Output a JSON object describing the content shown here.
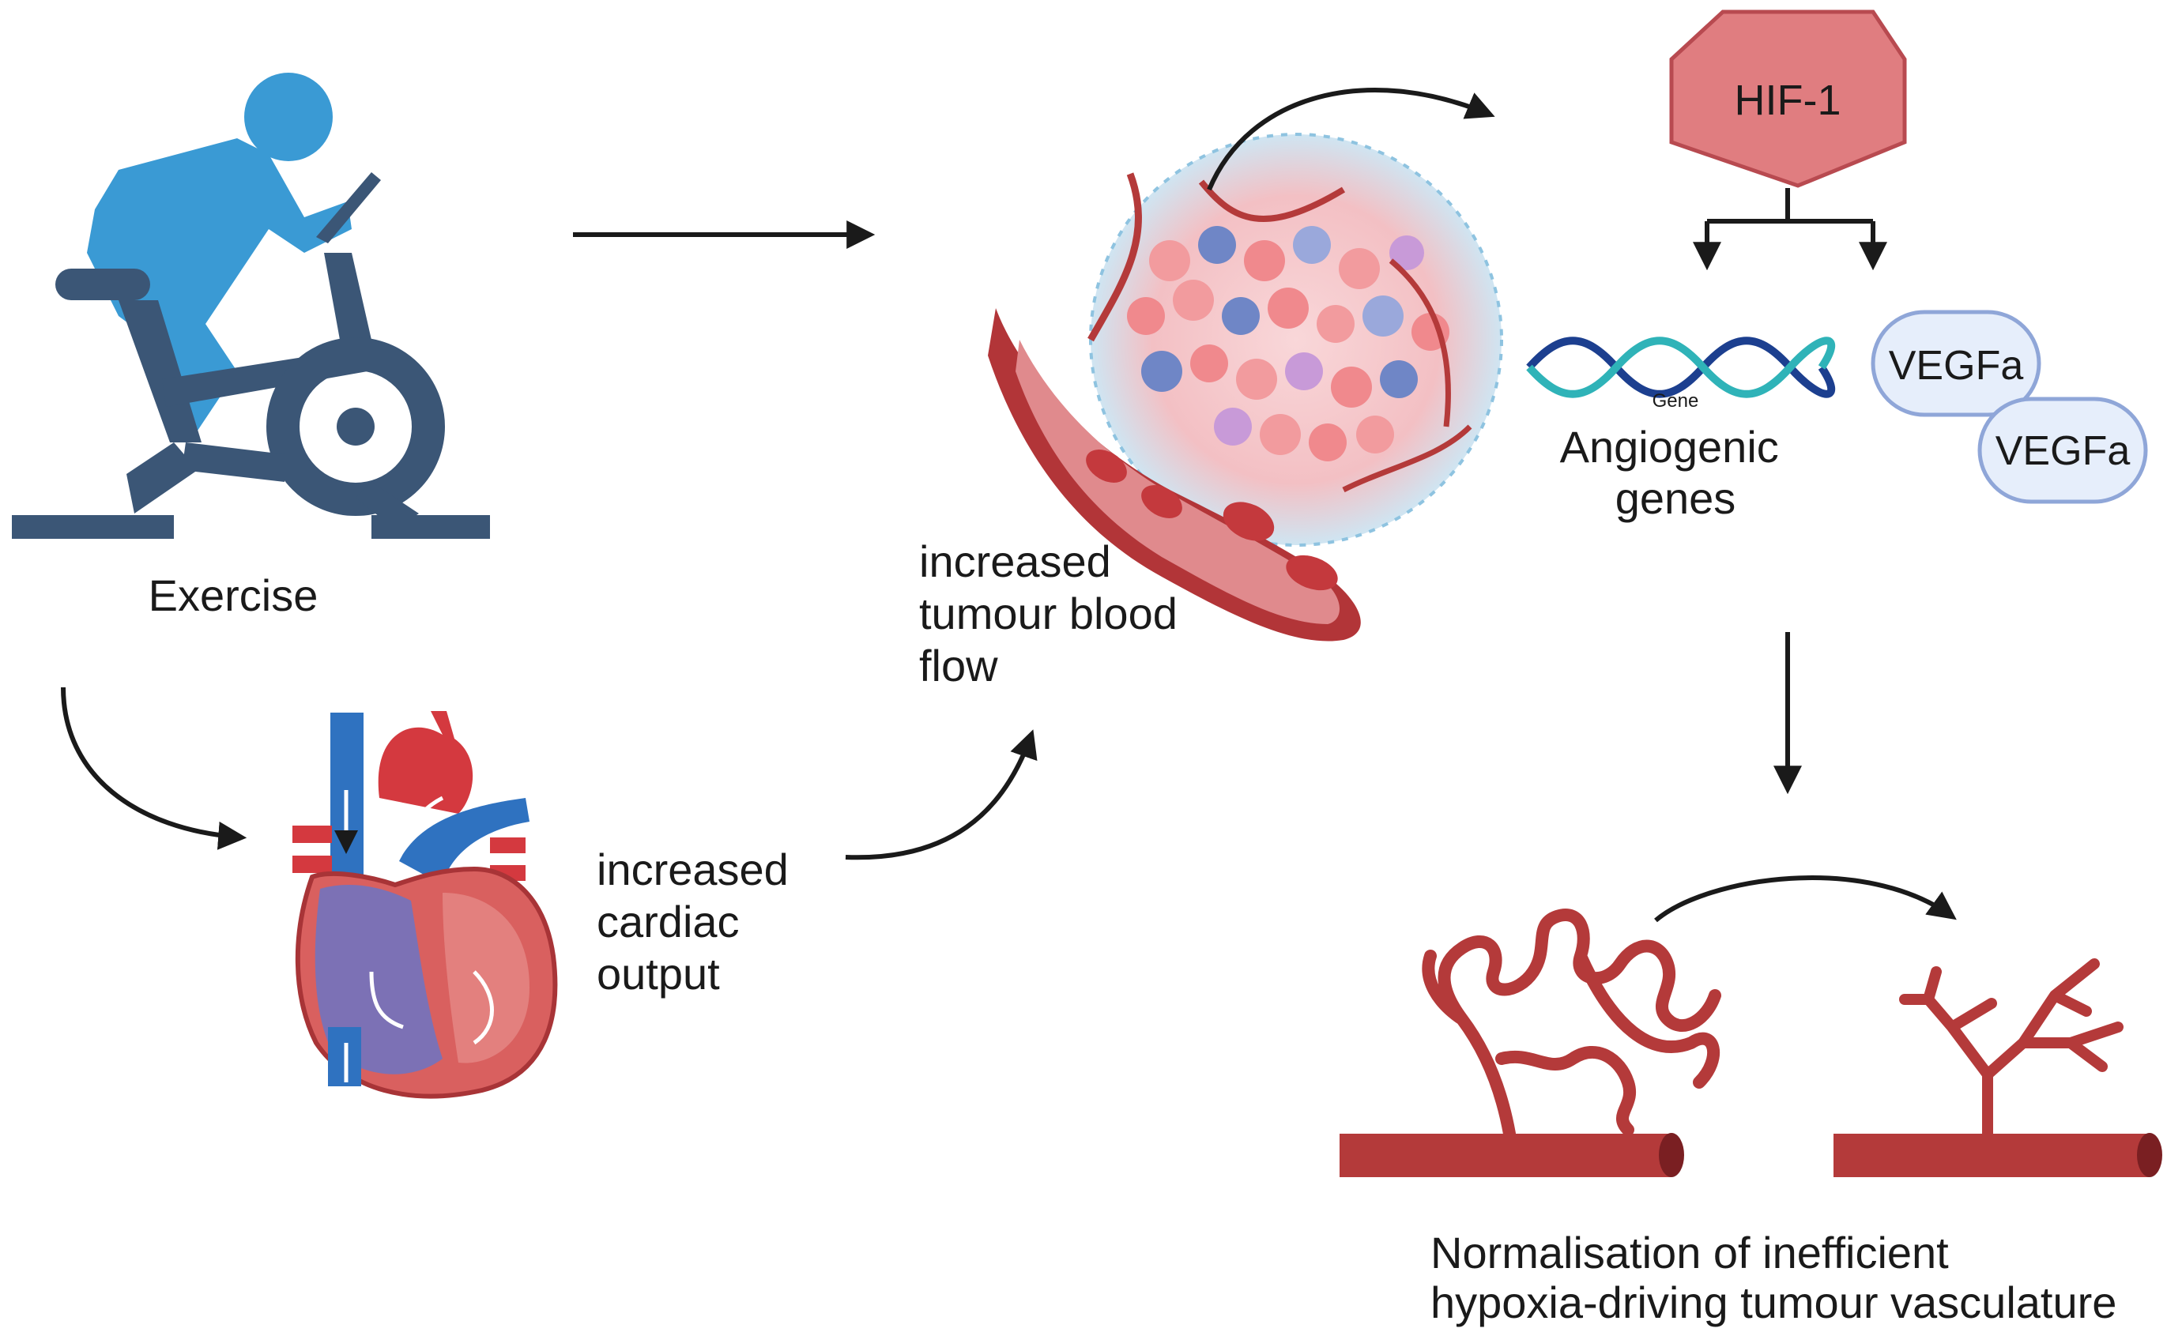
{
  "labels": {
    "exercise": "Exercise",
    "cardiac_output": "increased\ncardiac\noutput",
    "blood_flow": "increased\ntumour blood\nflow",
    "hif": "HIF-1",
    "gene_tag": "Gene",
    "angiogenic_genes": "Angiogenic\ngenes",
    "vegfa_1": "VEGFa",
    "vegfa_2": "VEGFa",
    "normalisation": "Normalisation of inefficient\nhypoxia-driving tumour vasculature"
  },
  "colors": {
    "exercise_blue_light": "#3a9ad4",
    "exercise_blue_dark": "#3b5676",
    "hif_fill": "#e07d80",
    "hif_stroke": "#b84a50",
    "vegfa_fill": "#e6eefb",
    "vegfa_stroke": "#8fa6d8",
    "vessel_red": "#b43a3a",
    "arrow": "#1a1a1a"
  },
  "icons": {
    "exercise": "stationary-bike-icon",
    "heart": "heart-anatomy-icon",
    "tumour": "tumour-blood-vessel-icon",
    "dna": "dna-helix-icon",
    "vessel_abnormal": "tortuous-vasculature-icon",
    "vessel_normal": "normal-vasculature-icon"
  }
}
